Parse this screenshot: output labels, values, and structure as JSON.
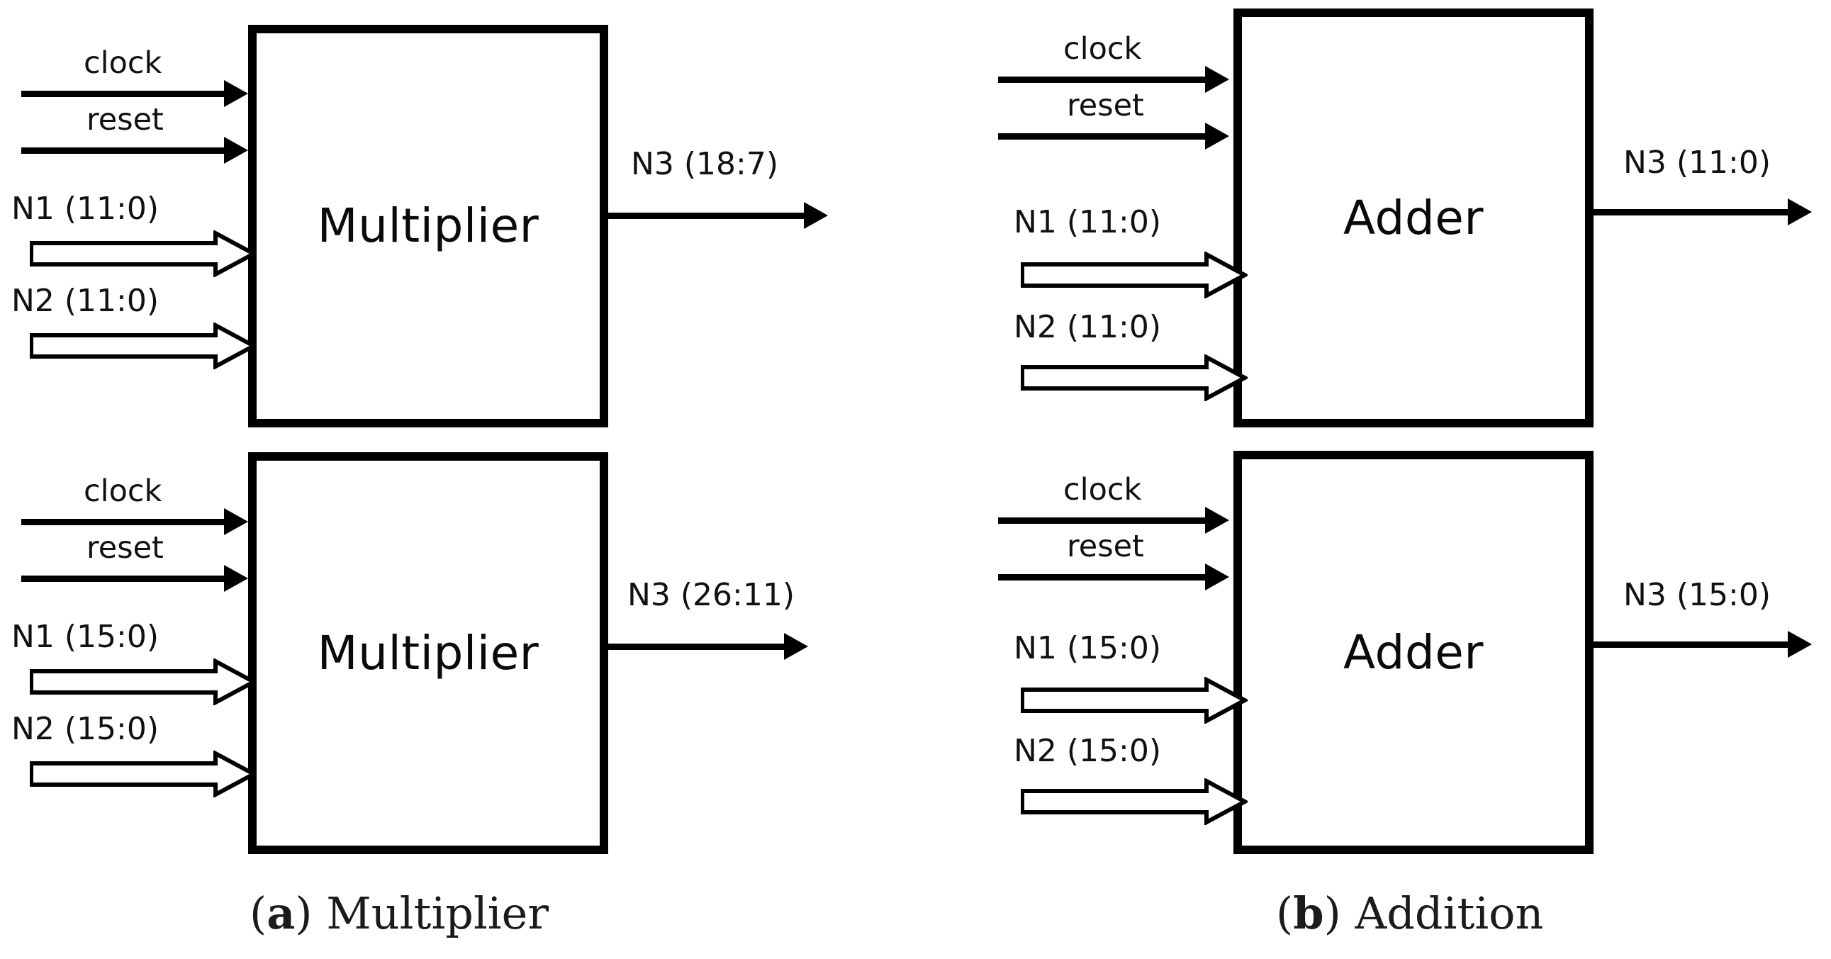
{
  "figure": {
    "background": "#ffffff",
    "line_color": "#000000",
    "text_color": "#111111"
  },
  "panels": [
    {
      "id": "panel-a",
      "caption_prefix": "(",
      "caption_letter": "a",
      "caption_suffix": ") Multiplier",
      "blocks": [
        {
          "id": "multiplier-12bit",
          "title": "Multiplier",
          "control_inputs": [
            {
              "name": "clock",
              "label": "clock"
            },
            {
              "name": "reset",
              "label": "reset"
            }
          ],
          "bus_inputs": [
            {
              "name": "n1",
              "label": "N1 (11:0)"
            },
            {
              "name": "n2",
              "label": "N2 (11:0)"
            }
          ],
          "output": {
            "name": "n3",
            "label": "N3 (18:7)"
          }
        },
        {
          "id": "multiplier-16bit",
          "title": "Multiplier",
          "control_inputs": [
            {
              "name": "clock",
              "label": "clock"
            },
            {
              "name": "reset",
              "label": "reset"
            }
          ],
          "bus_inputs": [
            {
              "name": "n1",
              "label": "N1 (15:0)"
            },
            {
              "name": "n2",
              "label": "N2 (15:0)"
            }
          ],
          "output": {
            "name": "n3",
            "label": "N3 (26:11)"
          }
        }
      ]
    },
    {
      "id": "panel-b",
      "caption_prefix": "(",
      "caption_letter": "b",
      "caption_suffix": ") Addition",
      "blocks": [
        {
          "id": "adder-12bit",
          "title": "Adder",
          "control_inputs": [
            {
              "name": "clock",
              "label": "clock"
            },
            {
              "name": "reset",
              "label": "reset"
            }
          ],
          "bus_inputs": [
            {
              "name": "n1",
              "label": "N1 (11:0)"
            },
            {
              "name": "n2",
              "label": "N2 (11:0)"
            }
          ],
          "output": {
            "name": "n3",
            "label": "N3 (11:0)"
          }
        },
        {
          "id": "adder-16bit",
          "title": "Adder",
          "control_inputs": [
            {
              "name": "clock",
              "label": "clock"
            },
            {
              "name": "reset",
              "label": "reset"
            }
          ],
          "bus_inputs": [
            {
              "name": "n1",
              "label": "N1 (15:0)"
            },
            {
              "name": "n2",
              "label": "N2 (15:0)"
            }
          ],
          "output": {
            "name": "n3",
            "label": "N3 (15:0)"
          }
        }
      ]
    }
  ]
}
